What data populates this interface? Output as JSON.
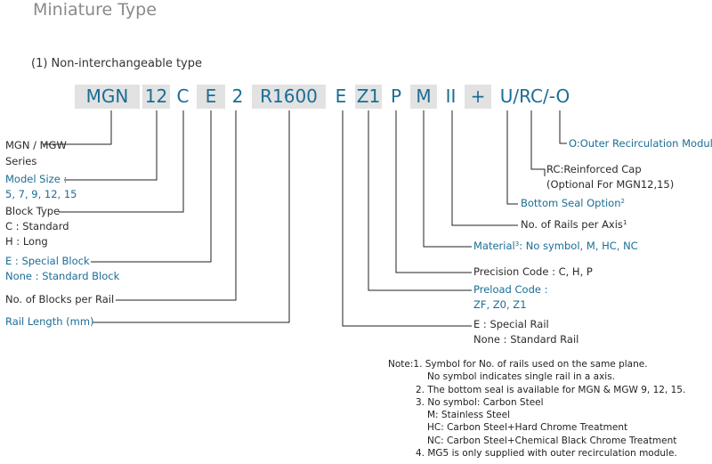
{
  "title": "Miniature Type",
  "subtitle": "(1) Non-interchangeable type",
  "code_segments": [
    {
      "text": "MGN"
    },
    {
      "text": "12"
    },
    {
      "text": "C"
    },
    {
      "text": "E"
    },
    {
      "text": "2"
    },
    {
      "text": "R1600"
    },
    {
      "text": "E"
    },
    {
      "text": "Z1"
    },
    {
      "text": "P"
    },
    {
      "text": "M"
    },
    {
      "text": "II"
    },
    {
      "text": "+"
    },
    {
      "text": "U/RC/-O"
    }
  ],
  "left_labels": {
    "series_line1": "MGN / MGW",
    "series_line2": "Series",
    "model_size_line1": "Model Size :",
    "model_size_line2": "5, 7, 9, 12, 15",
    "block_type_line1": "Block Type",
    "block_type_line2": "C : Standard",
    "block_type_line3": "H : Long",
    "special_block_line1": "E : Special Block",
    "special_block_line2": "None : Standard Block",
    "blocks_per_rail": "No. of Blocks per Rail",
    "rail_length": "Rail Length (mm)"
  },
  "right_labels": {
    "outer_recirc": "O:Outer Recirculation Module",
    "rc_line1": "RC:Reinforced Cap",
    "rc_line2": "(Optional For MGN12,15)",
    "bottom_seal": "Bottom Seal Option",
    "bottom_seal_sup": "2",
    "rails_per_axis": "No. of Rails per Axis",
    "rails_per_axis_sup": "1",
    "material_prefix": "Material",
    "material_sup": "3",
    "material_suffix": ": No symbol, M, HC, NC",
    "precision": "Precision Code : C, H, P",
    "preload_line1": "Preload Code :",
    "preload_line2": "ZF, Z0, Z1",
    "special_rail_line1": "E : Special Rail",
    "special_rail_line2": "None : Standard Rail"
  },
  "notes": {
    "n1a": "Note:1. Symbol for No. of rails used on the same plane.",
    "n1b": "No symbol indicates single rail in a axis.",
    "n2": "2. The bottom seal is available for MGN & MGW 9, 12, 15.",
    "n3": "3. No symbol: Carbon Steel",
    "n3m": "M: Stainless Steel",
    "n3hc": "HC: Carbon Steel+Hard Chrome Treatment",
    "n3nc": "NC: Carbon Steel+Chemical Black Chrome Treatment",
    "n4": "4. MG5 is only supplied with outer recirculation module."
  },
  "colors": {
    "accent_blue": "#1b6d96",
    "segment_shade": "#e2e2e2",
    "line": "#222222"
  }
}
